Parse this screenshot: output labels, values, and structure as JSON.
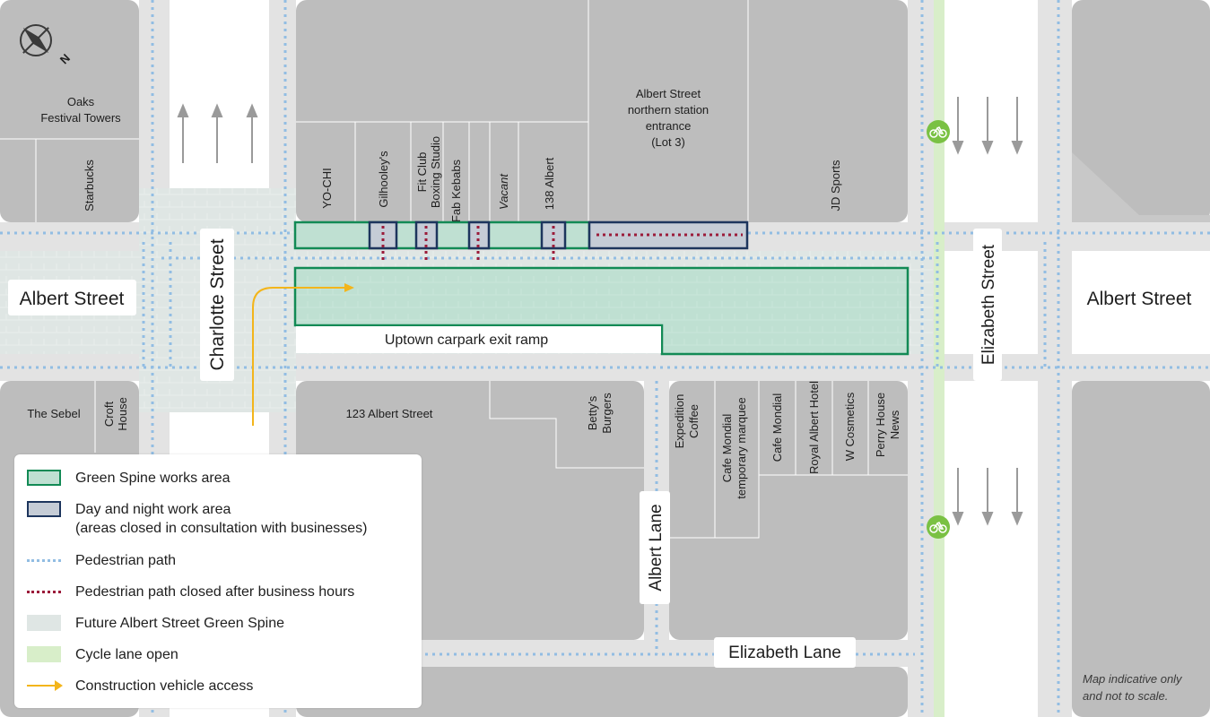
{
  "map": {
    "streets": {
      "albert_street_west": "Albert Street",
      "albert_street_east": "Albert Street",
      "charlotte_street": "Charlotte Street",
      "elizabeth_street": "Elizabeth Street",
      "albert_lane": "Albert Lane",
      "elizabeth_lane": "Elizabeth Lane"
    },
    "buildings": {
      "oaks_line1": "Oaks",
      "oaks_line2": "Festival Towers",
      "starbucks": "Starbucks",
      "yochi": "YO-CHI",
      "gilhooleys": "Gilhooley's",
      "fitclub_line1": "Fit Club",
      "fitclub_line2": "Boxing Studio",
      "fab_kebabs": "Fab Kebabs",
      "vacant": "Vacant",
      "albert138": "138 Albert",
      "station_line1": "Albert Street",
      "station_line2": "northern station",
      "station_line3": "entrance",
      "station_line4": "(Lot 3)",
      "jd_sports": "JD Sports",
      "the_sebel": "The Sebel",
      "croft_line1": "Croft",
      "croft_line2": "House",
      "albert123": "123 Albert Street",
      "bettys_line1": "Betty's",
      "bettys_line2": "Burgers",
      "expedition_line1": "Expedition",
      "expedition_line2": "Coffee",
      "cafe_temp_line1": "Cafe Mondial",
      "cafe_temp_line2": "temporary marquee",
      "cafe_mondial": "Cafe Mondial",
      "royal_albert": "Royal Albert Hotel",
      "w_cosmetics": "W Cosmetics",
      "perry_line1": "Perry House",
      "perry_line2": "News"
    },
    "uptown_ramp": "Uptown carpark exit ramp",
    "note_line1": "Map indicative only",
    "note_line2": "and not to scale.",
    "colors": {
      "block": "#bdbdbd",
      "road": "#ffffff",
      "footpath": "#e3e3e3",
      "future_spine": "#dfe6e4",
      "green_works_fill": "#bfe0d2",
      "green_works_border": "#128a55",
      "day_night_fill": "#c5ccd6",
      "day_night_border": "#1d355d",
      "pedestrian_path": "#92bde3",
      "closed_path": "#9b1b3a",
      "cycle_lane": "#d8eec9",
      "construction_access": "#f3b51b",
      "bike_icon": "#7ac143"
    }
  },
  "legend": {
    "green_works": "Green Spine works area",
    "day_night_line1": "Day and night work area",
    "day_night_line2": "(areas closed in consultation with businesses)",
    "pedestrian_path": "Pedestrian path",
    "closed_path": "Pedestrian path closed after business hours",
    "future_spine": "Future Albert Street Green Spine",
    "cycle_lane": "Cycle lane open",
    "construction_access": "Construction vehicle access"
  }
}
